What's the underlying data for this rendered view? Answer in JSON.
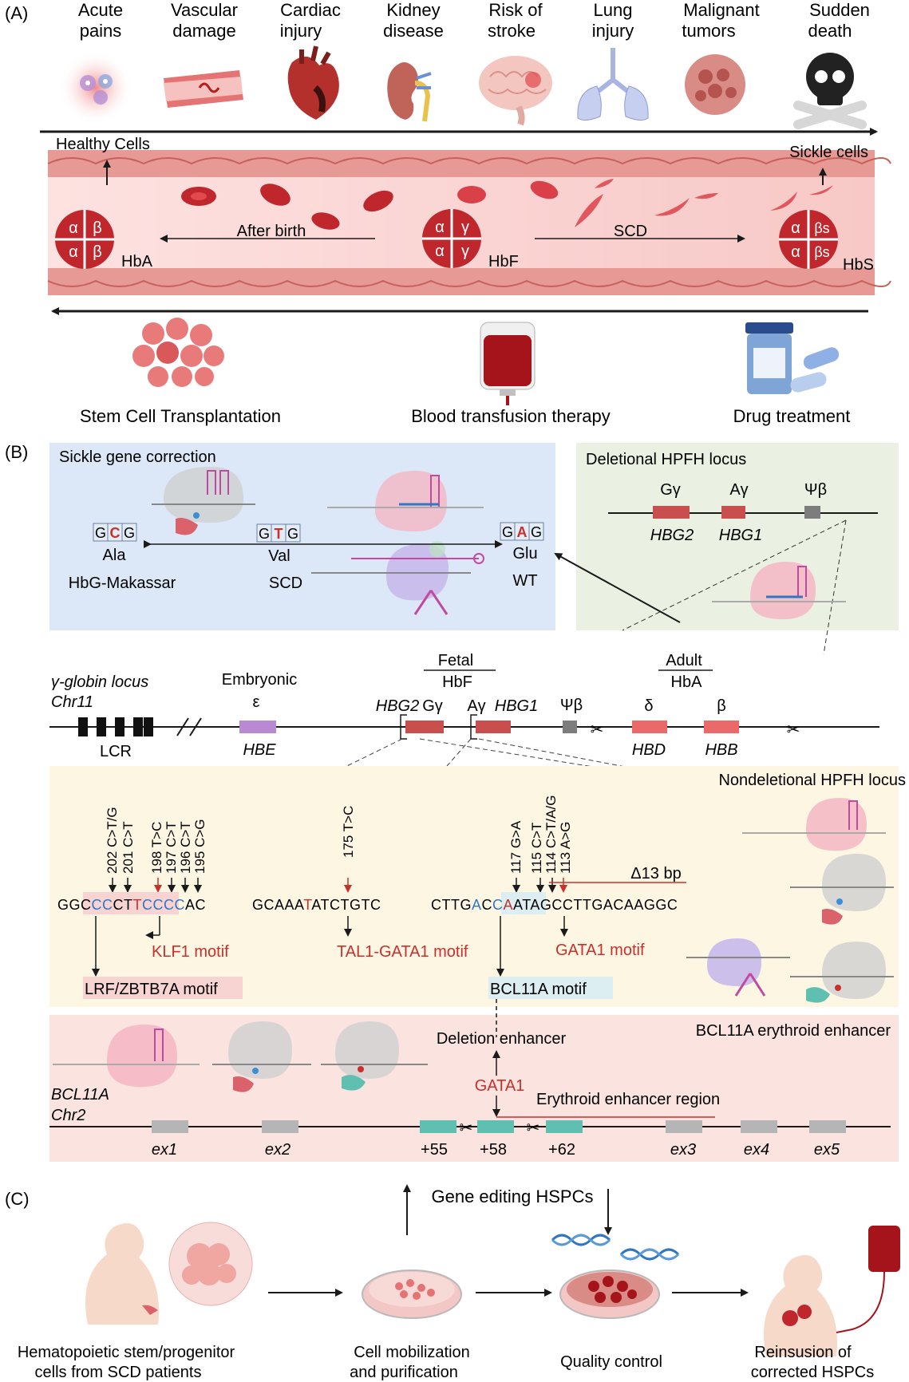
{
  "panel_labels": {
    "a": "(A)",
    "b": "(B)",
    "c": "(C)"
  },
  "panel_a": {
    "complications": [
      {
        "line1": "Acute",
        "line2": "pains",
        "icon": "pain-icon"
      },
      {
        "line1": "Vascular",
        "line2": "damage",
        "icon": "vessel-icon"
      },
      {
        "line1": "Cardiac",
        "line2": "injury",
        "icon": "heart-icon"
      },
      {
        "line1": "Kidney",
        "line2": "disease",
        "icon": "kidney-icon"
      },
      {
        "line1": "Risk of",
        "line2": "stroke",
        "icon": "brain-icon"
      },
      {
        "line1": "Lung",
        "line2": "injury",
        "icon": "lung-icon"
      },
      {
        "line1": "Malignant",
        "line2": "tumors",
        "icon": "tumor-icon"
      },
      {
        "line1": "Sudden",
        "line2": "death",
        "icon": "skull-icon"
      }
    ],
    "healthy_cells": "Healthy Cells",
    "sickle_cells": "Sickle cells",
    "after_birth": "After birth",
    "scd": "SCD",
    "hba": {
      "label": "HbA",
      "q1": "α",
      "q2": "β",
      "q3": "α",
      "q4": "β"
    },
    "hbf": {
      "label": "HbF",
      "q1": "α",
      "q2": "γ",
      "q3": "α",
      "q4": "γ"
    },
    "hbs": {
      "label": "HbS",
      "q1": "α",
      "q2": "βs",
      "q3": "α",
      "q4": "βs"
    },
    "treatments": [
      "Stem Cell Transplantation",
      "Blood transfusion therapy",
      "Drug treatment"
    ]
  },
  "panel_b": {
    "sickle_correction": {
      "title": "Sickle gene correction",
      "left_codon": [
        "G",
        "C",
        "G"
      ],
      "mid_codon": [
        "G",
        "T",
        "G"
      ],
      "right_codon": [
        "G",
        "A",
        "G"
      ],
      "left_aa": "Ala",
      "left_name": "HbG-Makassar",
      "mid_aa": "Val",
      "mid_name": "SCD",
      "right_aa": "Glu",
      "right_name": "WT"
    },
    "deletional": {
      "title": "Deletional HPFH locus",
      "g_gamma": "Gγ",
      "a_gamma": "Aγ",
      "psi_beta": "Ψβ",
      "hbg2": "HBG2",
      "hbg1": "HBG1"
    },
    "locus": {
      "name_line1": "γ-globin locus",
      "name_line2": "Chr11",
      "embryonic": "Embryonic",
      "epsilon": "ε",
      "fetal": "Fetal",
      "hbf": "HbF",
      "adult": "Adult",
      "hba": "HbA",
      "lcr": "LCR",
      "hbe": "HBE",
      "hbg2": "HBG2",
      "g_gamma": "Gγ",
      "a_gamma": "Aγ",
      "hbg1": "HBG1",
      "psi_beta": "Ψβ",
      "delta": "δ",
      "beta": "β",
      "hbd": "HBD",
      "hbb": "HBB"
    },
    "nondeletional": {
      "title": "Nondeletional HPFH locus",
      "mutations_group1": [
        "202 C>T/G",
        "201 C>T",
        "198 T>C",
        "197 C>T",
        "196 C>T",
        "195 C>G"
      ],
      "mutation_group2": "175 T>C",
      "mutations_group3": [
        "117 G>A",
        "115 C>T",
        "114 C>T/A/G",
        "113 A>G"
      ],
      "deletion": "Δ13 bp",
      "seq1": "GGCCCCTTCCCCAC",
      "seq2": "GCAAATATCTGTC",
      "seq3": "CTTGACCAATAGCCTTGACAAGGC",
      "klf1": "KLF1 motif",
      "lrf": "LRF/ZBTB7A motif",
      "tal1": "TAL1-GATA1 motif",
      "bcl11a_motif": "BCL11A motif",
      "gata1": "GATA1 motif"
    },
    "bcl11a": {
      "title": "BCL11A erythroid enhancer",
      "deletion_enhancer": "Deletion enhancer",
      "gata1": "GATA1",
      "erythroid_region": "Erythroid enhancer region",
      "gene_line1": "BCL11A",
      "gene_line2": "Chr2",
      "exons": [
        "ex1",
        "ex2",
        "+55",
        "+58",
        "+62",
        "ex3",
        "ex4",
        "ex5"
      ]
    }
  },
  "panel_c": {
    "gene_editing": "Gene editing HSPCs",
    "steps": [
      {
        "line1": "Hematopoietic stem/progenitor",
        "line2": "cells from SCD patients"
      },
      {
        "line1": "Cell mobilization",
        "line2": "and purification"
      },
      {
        "line1": "Quality control",
        "line2": ""
      },
      {
        "line1": "Reinsusion of",
        "line2": "corrected HSPCs"
      }
    ]
  },
  "colors": {
    "vessel": "#f7c8c6",
    "rbc": "#c0272d",
    "blue_box": "#dce8f7",
    "green_box": "#eaf1e2",
    "yellow_box": "#fdf6e3",
    "pink_box": "#fbe3e0",
    "motif_red": "#c9302c",
    "motif_blue": "#2f77c3",
    "teal": "#5fbfb0"
  }
}
